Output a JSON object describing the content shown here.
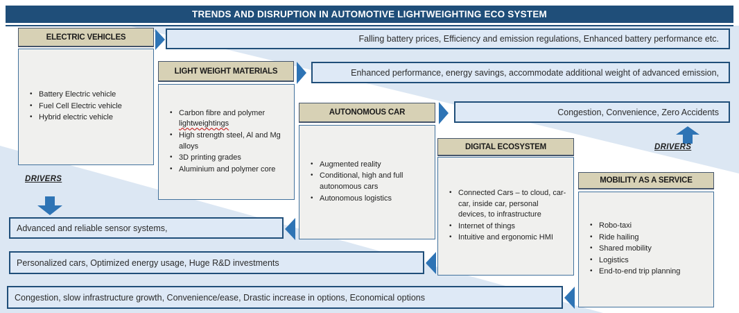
{
  "title": "TRENDS AND DISRUPTION IN AUTOMOTIVE LIGHTWEIGHTING ECO SYSTEM",
  "colors": {
    "title_bar": "#1F4E79",
    "callout_fill": "#DEE9F6",
    "callout_border": "#1F4E79",
    "category_header_fill": "#D7D1B5",
    "content_box_fill": "#F0F0EE",
    "arrow_blue": "#2E74B5",
    "background_band": "#DCE7F3",
    "misspell_underline": "#C00000"
  },
  "columns": [
    {
      "header": "ELECTRIC VEHICLES",
      "bullets": [
        "Battery Electric vehicle",
        "Fuel Cell Electric vehicle",
        "Hybrid electric vehicle"
      ]
    },
    {
      "header": "LIGHT WEIGHT MATERIALS",
      "bullets": [
        "Carbon fibre and polymer lightweightings",
        "High strength steel, Al and Mg alloys",
        "3D printing grades",
        "Aluminium and polymer core"
      ],
      "misspelled_word": "lightweightings"
    },
    {
      "header": "AUTONOMOUS CAR",
      "bullets": [
        "Augmented reality",
        "Conditional, high and full autonomous cars",
        "Autonomous logistics"
      ]
    },
    {
      "header": "DIGITAL ECOSYSTEM",
      "bullets": [
        "Connected Cars – to cloud, car-car, inside car, personal devices, to infrastructure",
        "Internet of things",
        "Intuitive and ergonomic HMI"
      ]
    },
    {
      "header": "MOBILITY AS A SERVICE",
      "bullets": [
        "Robo-taxi",
        "Ride hailing",
        "Shared mobility",
        "Logistics",
        "End-to-end trip planning"
      ]
    }
  ],
  "trend_callouts": [
    "Falling battery prices, Efficiency and emission regulations, Enhanced battery performance etc.",
    "Enhanced performance, energy savings, accommodate additional weight of  advanced emission,",
    "Congestion, Convenience, Zero Accidents"
  ],
  "driver_callouts": [
    "Advanced and reliable sensor systems,",
    "Personalized cars, Optimized energy usage, Huge R&D investments",
    "Congestion, slow infrastructure growth, Convenience/ease, Drastic increase in options, Economical options"
  ],
  "drivers_label_left": "DRIVERS",
  "drivers_label_right": "DRIVERS"
}
